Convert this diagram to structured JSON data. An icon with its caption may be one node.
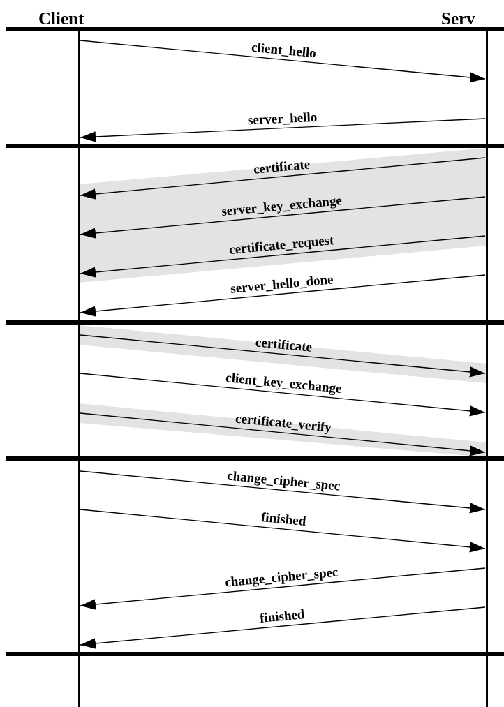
{
  "diagram": {
    "nodes": [
      {
        "text": [
          "Client"
        ]
      },
      {
        "text": [
          "Serv"
        ]
      }
    ],
    "edges": [
      {
        "from": 0,
        "to": 1,
        "arrow": "to",
        "label": "client_hello"
      },
      {
        "from": 1,
        "to": 0,
        "arrow": "to",
        "label": "server_hello"
      },
      {
        "from": 1,
        "to": 0,
        "arrow": "to",
        "label": "certificate"
      },
      {
        "from": 1,
        "to": 0,
        "arrow": "to",
        "label": "server_key_exchange"
      },
      {
        "from": 1,
        "to": 0,
        "arrow": "to",
        "label": "certificate_request"
      },
      {
        "from": 1,
        "to": 0,
        "arrow": "to",
        "label": "server_hello_done"
      },
      {
        "from": 0,
        "to": 1,
        "arrow": "to",
        "label": "certificate"
      },
      {
        "from": 0,
        "to": 1,
        "arrow": "to",
        "label": "client_key_exchange"
      },
      {
        "from": 0,
        "to": 1,
        "arrow": "to",
        "label": "certificate_verify"
      },
      {
        "from": 0,
        "to": 1,
        "arrow": "to",
        "label": "change_cipher_spec"
      },
      {
        "from": 0,
        "to": 1,
        "arrow": "to",
        "label": "finished"
      },
      {
        "from": 1,
        "to": 0,
        "arrow": "to",
        "label": "change_cipher_spec"
      },
      {
        "from": 1,
        "to": 0,
        "arrow": "to",
        "label": "finished"
      }
    ]
  }
}
